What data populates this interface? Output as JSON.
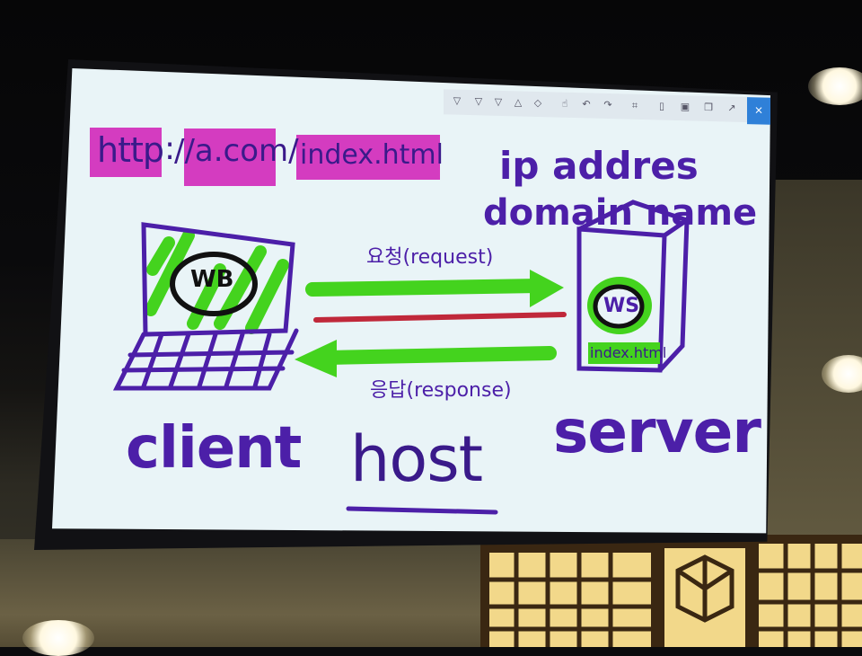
{
  "board": {
    "url": {
      "scheme": "http",
      "separator": ":",
      "host": "//a.com/",
      "path": "index.html"
    },
    "ip_label": "ip addres",
    "domain_label": "domain name",
    "request_label": "요청(request)",
    "response_label": "응답(response)",
    "client_label": "client",
    "host_label": "host",
    "server_label": "server",
    "browser_label": "WB",
    "webserver_label": "WS",
    "file_label": "index.html"
  },
  "toolbar": {
    "tools": [
      "pen-icon",
      "pen-icon",
      "pen-icon",
      "highlighter-icon",
      "eraser-icon",
      "touch-icon",
      "undo-icon",
      "redo-icon",
      "crop-icon",
      "trash-icon",
      "save-icon",
      "copy-icon",
      "share-icon"
    ],
    "close_glyph": "×"
  },
  "colors": {
    "ink": "#4c1fa8",
    "highlight": "#d43cc0",
    "arrow": "#44d31e",
    "red_line": "#c0283a",
    "screen": "#e9f4f7"
  }
}
